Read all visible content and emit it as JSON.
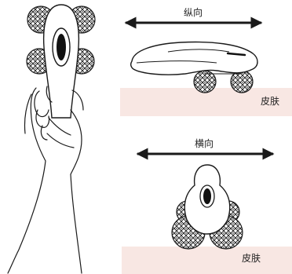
{
  "labels": {
    "vertical": "纵向",
    "horizontal": "横向",
    "skin_top": "皮肤",
    "skin_bottom": "皮肤"
  },
  "colors": {
    "skin": "#f8e7e3",
    "line": "#1a1a1a",
    "ball_fill": "#ffffff",
    "hole": "#111111"
  },
  "icons": {
    "hand_device": "hand-holding-roller-device-icon",
    "side_device": "roller-device-side-view-icon",
    "front_device": "roller-device-front-view-icon",
    "arrow_h": "double-headed-arrow-icon"
  }
}
